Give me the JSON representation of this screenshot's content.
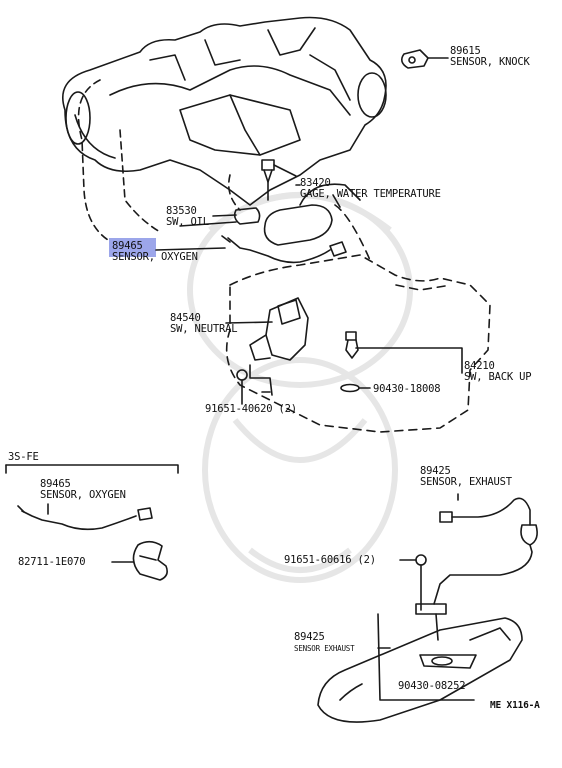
{
  "colors": {
    "line": "#1a1a1a",
    "highlight": "#8b96e6",
    "watermark": "#e4e4e4"
  },
  "labels": {
    "knock": {
      "part": "89615",
      "name": "SENSOR, KNOCK"
    },
    "water_temp": {
      "part": "83420",
      "name": "GAGE, WATER TEMPERATURE"
    },
    "oil_sw": {
      "part": "83530",
      "name": "SW, OIL"
    },
    "oxygen": {
      "part": "89465",
      "name": "SENSOR, OXYGEN"
    },
    "neutral": {
      "part": "84540",
      "name": "SW, NEUTRAL"
    },
    "back_up": {
      "part": "84210",
      "name": "SW, BACK UP"
    },
    "gasket_1": {
      "part": "90430-18008"
    },
    "bolt_1": {
      "part": "91651-40620 (2)"
    },
    "variant": "3S-FE",
    "oxygen_2": {
      "part": "89465",
      "name": "SENSOR, OXYGEN"
    },
    "clamp": {
      "part": "82711-1E070"
    },
    "exhaust": {
      "part": "89425",
      "name": "SENSOR, EXHAUST"
    },
    "bolt_2": {
      "part": "91651-60616 (2)"
    },
    "exhaust_2": {
      "part": "89425",
      "name": "SENSOR EXHAUST"
    },
    "gasket_2": {
      "part": "90430-08252"
    },
    "figure_code": "ME X116-A"
  }
}
